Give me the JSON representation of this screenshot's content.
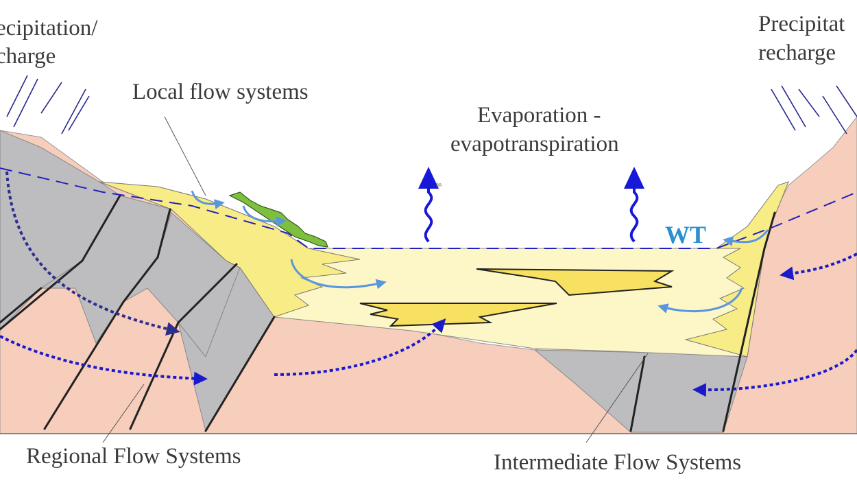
{
  "labels": {
    "precip_left_line1": "ecipitation/",
    "precip_left_line2": "charge",
    "precip_right_line1": "Precipitat",
    "precip_right_line2": "recharge",
    "local_flow": "Local  flow systems",
    "evaporation_line1": "Evaporation -",
    "evaporation_line2": "evapotranspiration",
    "water_table": "WT",
    "regional_flow": "Regional Flow Systems",
    "intermediate_flow": "Intermediate Flow Systems",
    "tiny_mark": "BR"
  },
  "colors": {
    "bedrock_pink": "#f7cdbc",
    "gray_block": "#bdbdbf",
    "sediment_pale": "#fdf7c8",
    "sediment_yellow": "#f8ec86",
    "vegetation": "#7fbf3f",
    "water_table_line": "#2222bb",
    "regional_arrow": "#1a1acc",
    "dark_arrow": "#2e2e8c",
    "local_arrow": "#5a96e0",
    "evaporation_arrow": "#1818d8",
    "wt_text": "#2a90d0",
    "rain_lines": "#26288a",
    "fault_lines": "#222222"
  }
}
